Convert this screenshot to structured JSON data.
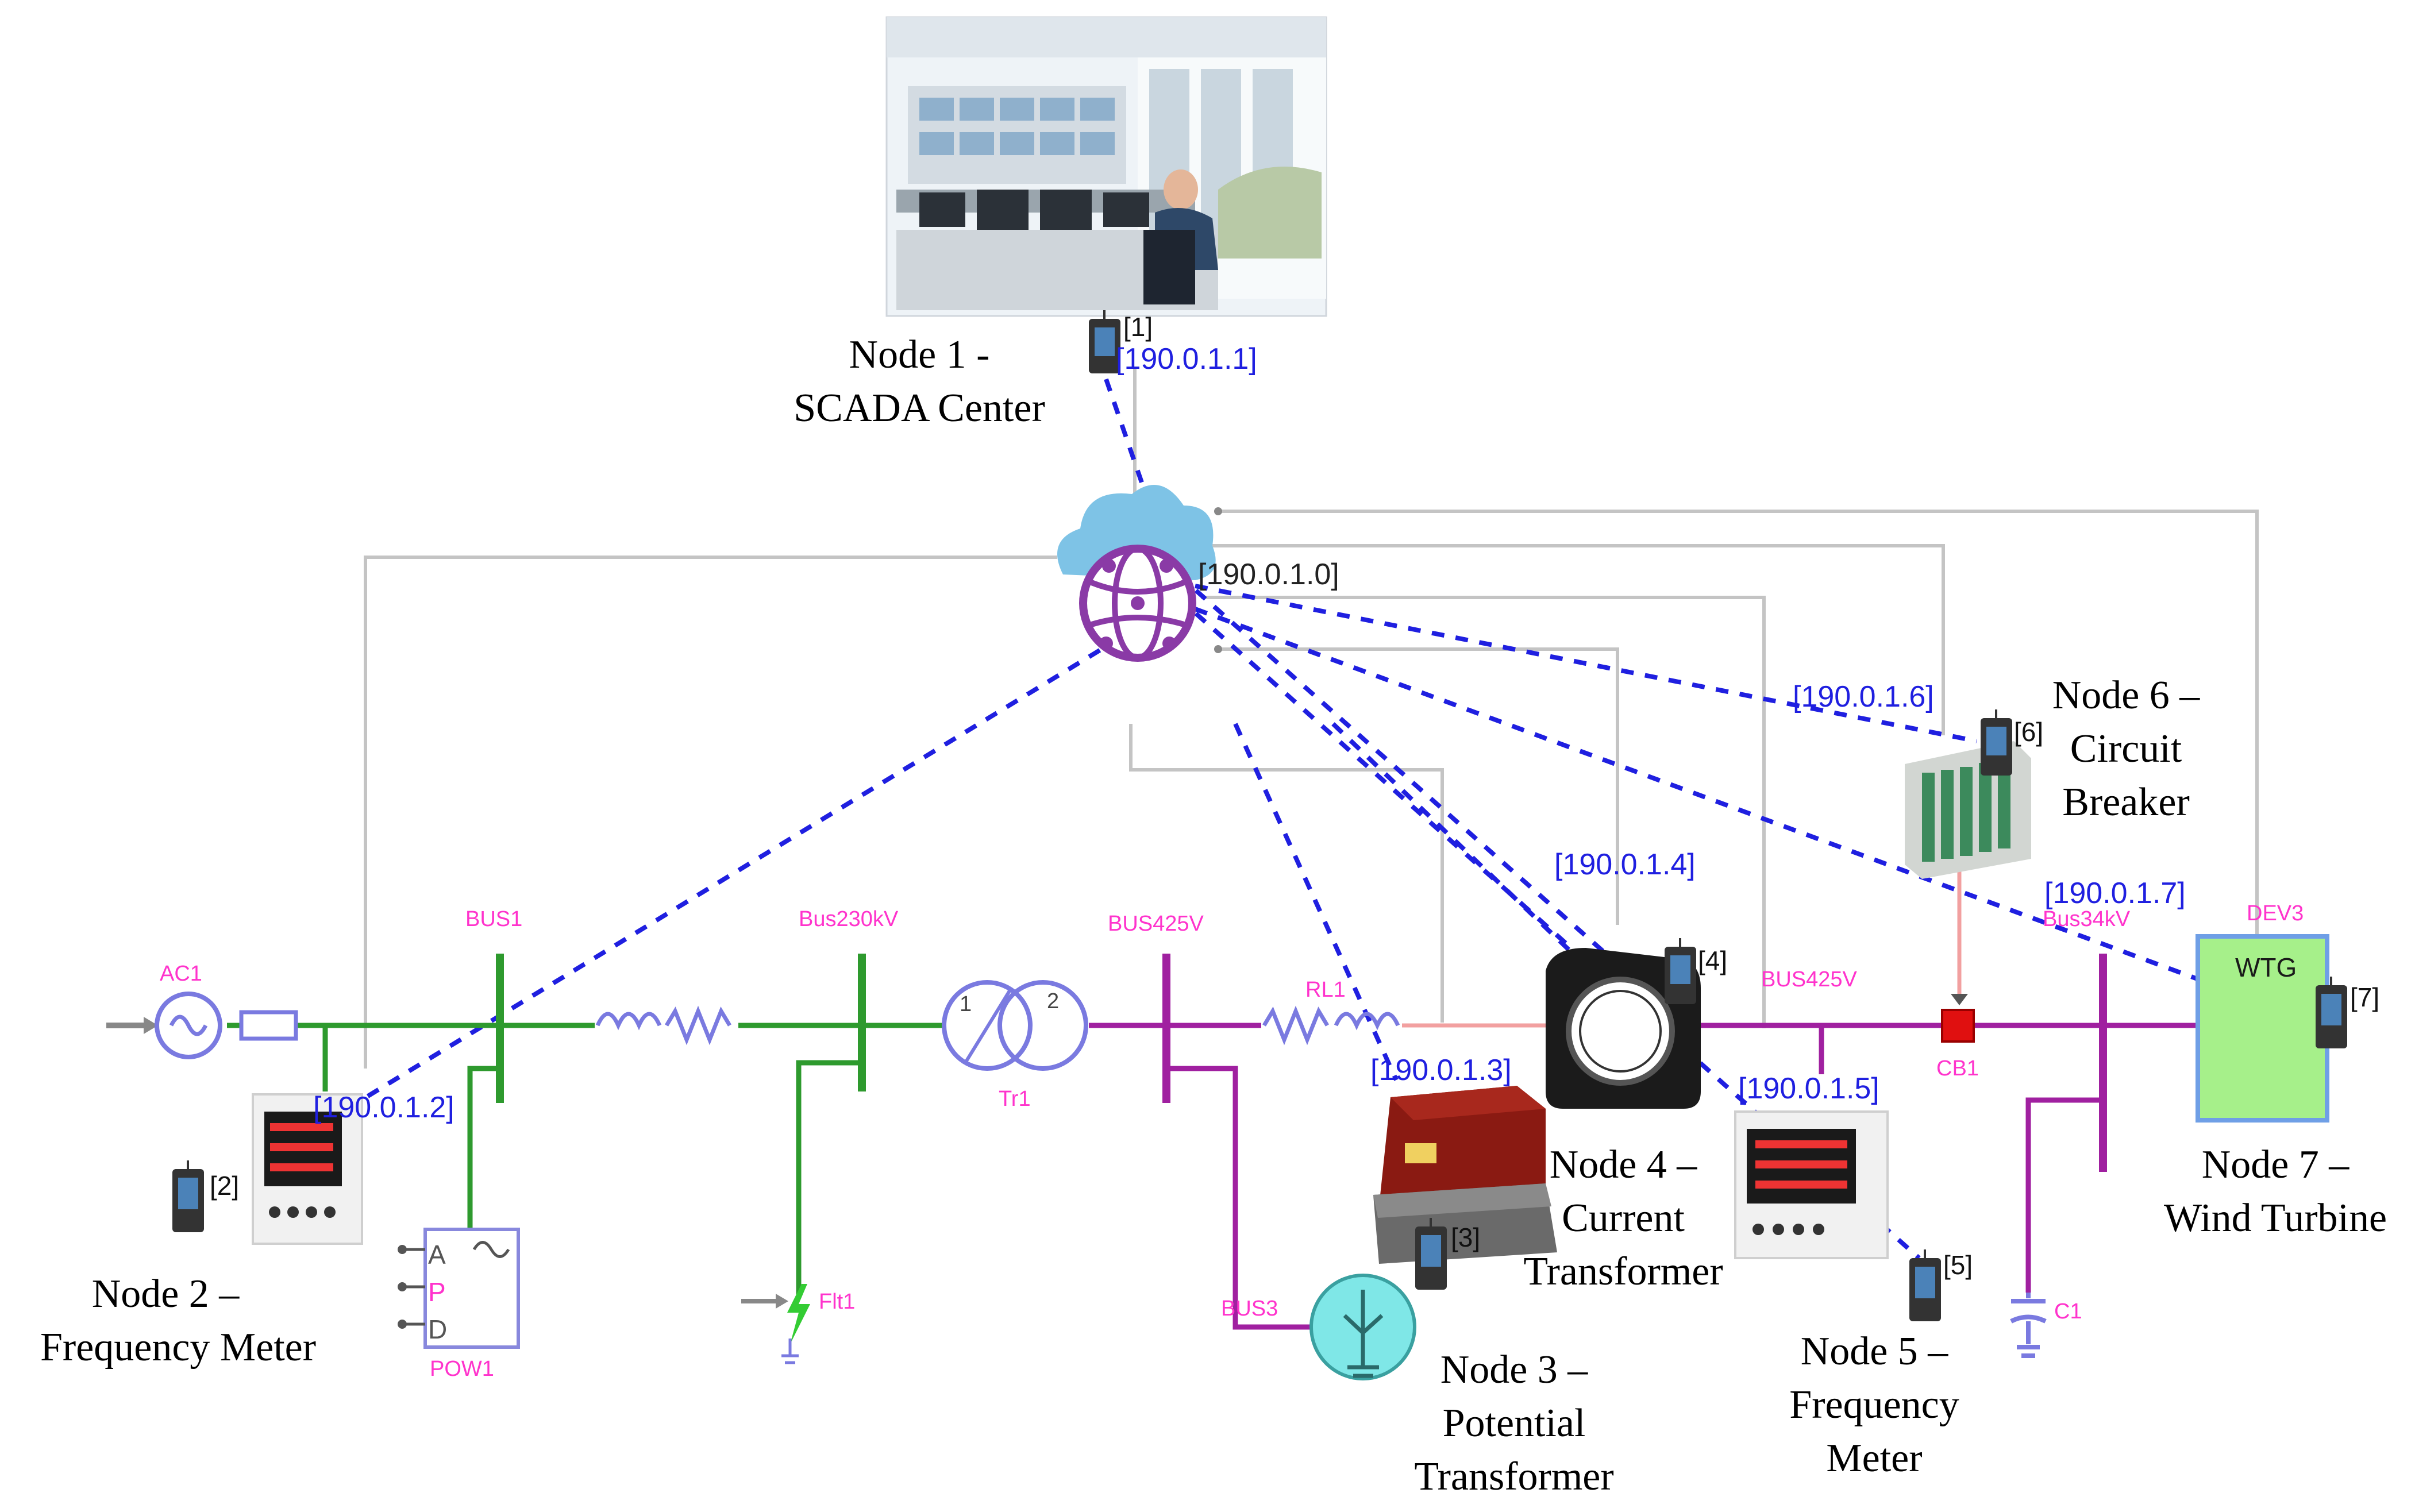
{
  "nodes": [
    {
      "id": "n1",
      "line1": "Node 1 -",
      "line2": "SCADA Center"
    },
    {
      "id": "n2",
      "line1": "Node 2 –",
      "line2": "Frequency Meter"
    },
    {
      "id": "n3",
      "line1": "Node 3 –",
      "line2": "Potential",
      "line3": "Transformer"
    },
    {
      "id": "n4",
      "line1": "Node 4 –",
      "line2": "Current",
      "line3": "Transformer"
    },
    {
      "id": "n5",
      "line1": "Node 5 –",
      "line2": "Frequency",
      "line3": "Meter"
    },
    {
      "id": "n6",
      "line1": "Node 6 –",
      "line2": "Circuit",
      "line3": "Breaker"
    },
    {
      "id": "n7",
      "line1": "Node 7 –",
      "line2": "Wind Turbine"
    }
  ],
  "ips": {
    "hub": "[190.0.1.0]",
    "n1": "[190.0.1.1]",
    "n2": "[190.0.1.2]",
    "n3": "[190.0.1.3]",
    "n4": "[190.0.1.4]",
    "n5": "[190.0.1.5]",
    "n6": "[190.0.1.6]",
    "n7": "[190.0.1.7]"
  },
  "tags": [
    "[1]",
    "[2]",
    "[3]",
    "[4]",
    "[5]",
    "[6]",
    "[7]"
  ],
  "components": {
    "ac1": "AC1",
    "bus1": "BUS1",
    "bus230": "Bus230kV",
    "bus425a": "BUS425V",
    "rl1": "RL1",
    "tr1": "Tr1",
    "flt1": "Flt1",
    "pow1": "POW1",
    "bus3": "BUS3",
    "bus425b": "BUS425V",
    "cb1": "CB1",
    "bus34": "Bus34kV",
    "dev3": "DEV3",
    "c1": "C1",
    "wtg": "WTG",
    "pow_a": "A",
    "pow_p": "P",
    "pow_d": "D",
    "tr_1": "1",
    "tr_2": "2"
  },
  "colors": {
    "green_line": "#2e9a2e",
    "purple_line": "#a020a0",
    "grey_line": "#bfbfbf",
    "dashed": "#1f1fe0",
    "component_label": "#ff33cc",
    "wtg_fill": "#a6f08a"
  }
}
